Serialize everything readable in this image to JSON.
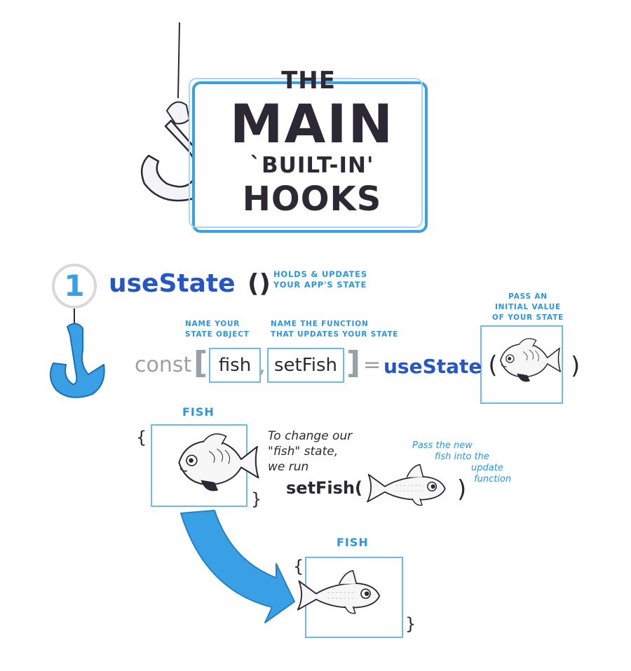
{
  "title": {
    "the": "THE",
    "main": "MAIN",
    "built_in": "`BUILT-IN'",
    "hooks": "HOOKS"
  },
  "step": {
    "number": "1",
    "hook_name": "useState",
    "hook_parens": "()",
    "description_line1": "HOLDS & UPDATES",
    "description_line2": "YOUR APP'S STATE"
  },
  "annotations": {
    "state_object_line1": "NAME YOUR",
    "state_object_line2": "STATE OBJECT",
    "function_line1": "NAME THE FUNCTION",
    "function_line2": "THAT UPDATES YOUR STATE",
    "initial_line1": "PASS AN",
    "initial_line2": "INITIAL VALUE",
    "initial_line3": "OF YOUR STATE"
  },
  "code": {
    "const": "const",
    "open_bracket": "[",
    "state_var": "fish",
    "comma": ",",
    "setter": "setFish",
    "close_bracket": "]",
    "equals": "=",
    "call": "useState",
    "open_paren": "(",
    "close_paren": ")"
  },
  "state_before": {
    "label": "FISH",
    "open_brace": "{",
    "close_brace": "}"
  },
  "explanation": {
    "line1": "To change our",
    "line2": "\"fish\" state,",
    "line3": "we run",
    "call": "setFish(",
    "close_paren": ")"
  },
  "pass_note": {
    "line1": "Pass the new",
    "line2": "fish into the",
    "line3": "update",
    "line4": "function"
  },
  "arrow": {
    "label": "setFish("
  },
  "state_after": {
    "label": "FISH",
    "open_brace": "{",
    "close_brace": "}"
  },
  "colors": {
    "accent_blue": "#39a0e6",
    "dark_blue": "#2456c9",
    "frame_blue": "#6fb8ea",
    "ink": "#2c2834",
    "muted": "#9aa0a8"
  }
}
